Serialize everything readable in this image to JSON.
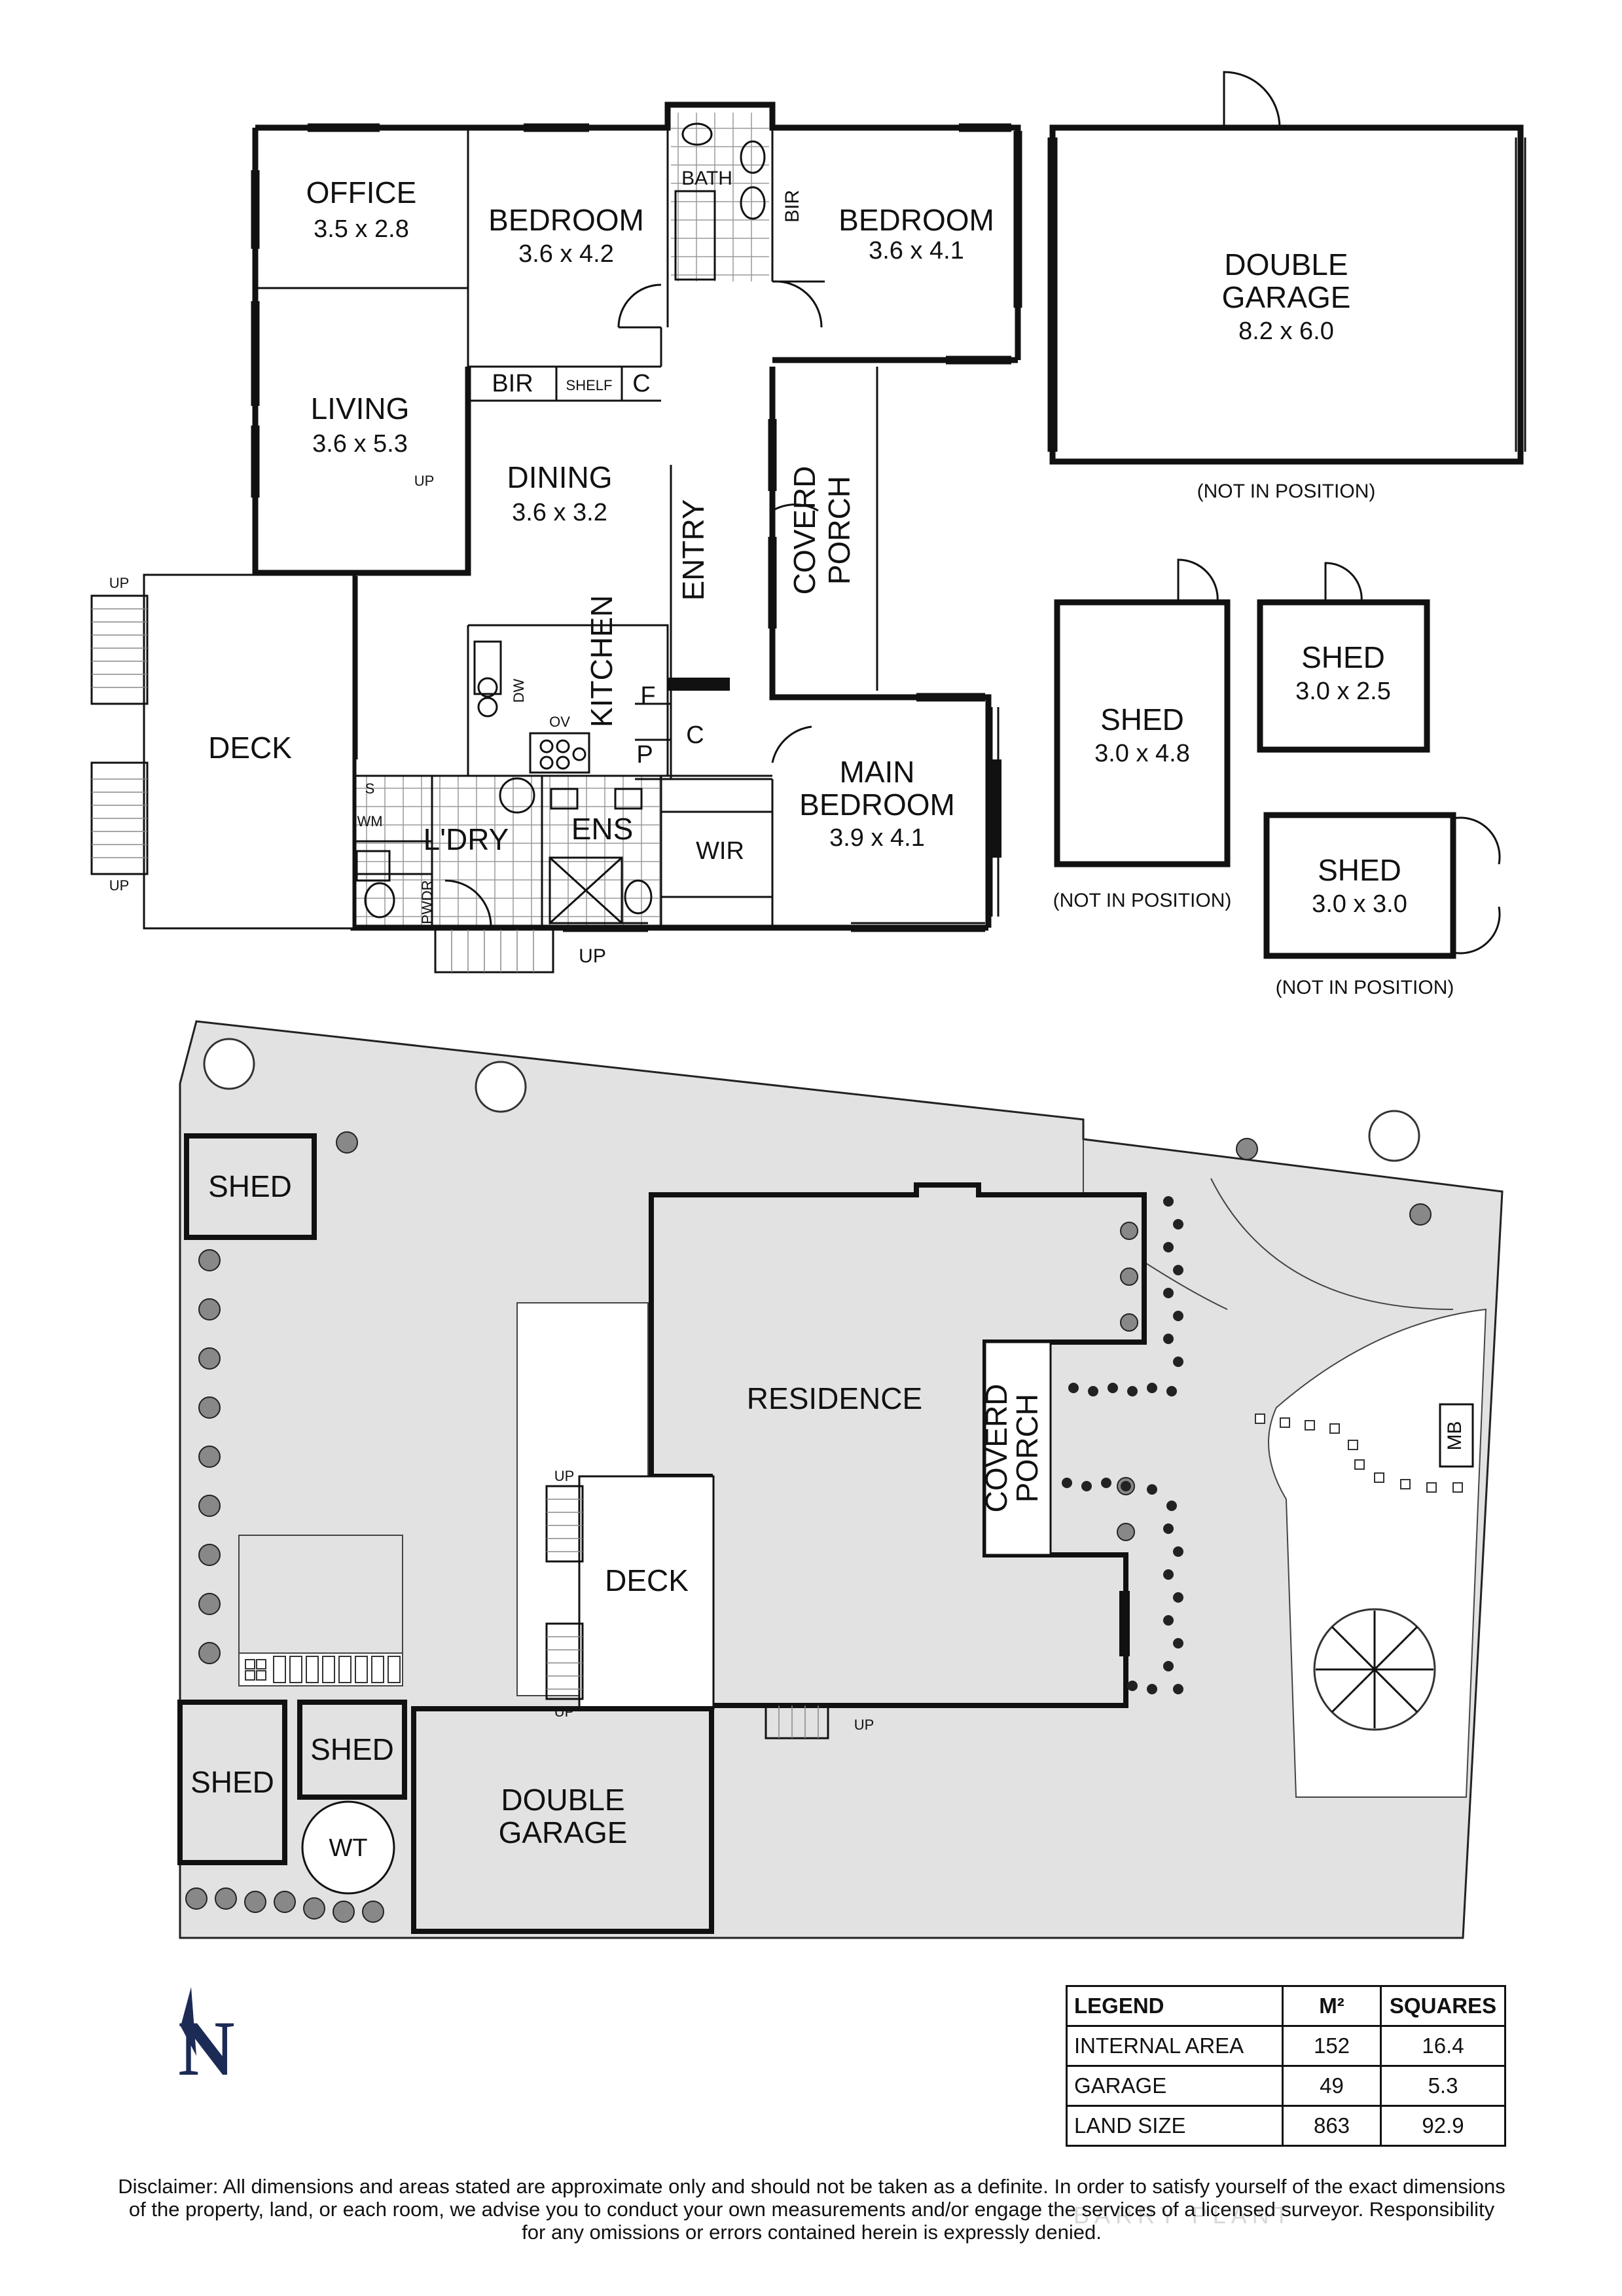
{
  "rooms": {
    "office": {
      "name": "OFFICE",
      "dim": "3.5 x 2.8"
    },
    "bedroom1": {
      "name": "BEDROOM",
      "dim": "3.6 x 4.2"
    },
    "bath": {
      "name": "BATH"
    },
    "bir_top": {
      "name": "BIR"
    },
    "bedroom2": {
      "name": "BEDROOM",
      "dim": "3.6 x 4.1"
    },
    "living": {
      "name": "LIVING",
      "dim": "3.6 x 5.3"
    },
    "bir_mid": {
      "name": "BIR"
    },
    "shelf": {
      "name": "SHELF"
    },
    "c_top": {
      "name": "C"
    },
    "dining": {
      "name": "DINING",
      "dim": "3.6 x 3.2"
    },
    "entry": {
      "name": "ENTRY"
    },
    "porch": {
      "name": "COVERD\nPORCH",
      "line1": "COVERD",
      "line2": "PORCH"
    },
    "kitchen": {
      "name": "KITCHEN"
    },
    "f": {
      "name": "F"
    },
    "p": {
      "name": "P"
    },
    "c_mid": {
      "name": "C"
    },
    "dw": {
      "name": "DW"
    },
    "ov": {
      "name": "OV"
    },
    "deck": {
      "name": "DECK"
    },
    "s": {
      "name": "S"
    },
    "wm": {
      "name": "WM"
    },
    "ldry": {
      "name": "L'DRY"
    },
    "ens": {
      "name": "ENS"
    },
    "wir": {
      "name": "WIR"
    },
    "pwdr": {
      "name": "PWDR"
    },
    "main_bedroom": {
      "line1": "MAIN",
      "line2": "BEDROOM",
      "dim": "3.9 x 4.1"
    },
    "garage": {
      "line1": "DOUBLE",
      "line2": "GARAGE",
      "dim": "8.2 x 6.0"
    },
    "shed1": {
      "name": "SHED",
      "dim": "3.0 x 4.8"
    },
    "shed2": {
      "name": "SHED",
      "dim": "3.0 x 2.5"
    },
    "shed3": {
      "name": "SHED",
      "dim": "3.0 x 3.0"
    }
  },
  "notes": {
    "up": "UP",
    "not_in_position": "(NOT IN POSITION)"
  },
  "site": {
    "shed_a": "SHED",
    "residence": "RESIDENCE",
    "porch_line1": "COVERD",
    "porch_line2": "PORCH",
    "deck": "DECK",
    "shed_b": "SHED",
    "shed_c": "SHED",
    "wt": "WT",
    "garage_line1": "DOUBLE",
    "garage_line2": "GARAGE",
    "mb": "MB"
  },
  "north": "N",
  "legend": {
    "headers": [
      "LEGEND",
      "M²",
      "SQUARES"
    ],
    "rows": [
      {
        "label": "INTERNAL AREA",
        "m2": "152",
        "squares": "16.4"
      },
      {
        "label": "GARAGE",
        "m2": "49",
        "squares": "5.3"
      },
      {
        "label": "LAND SIZE",
        "m2": "863",
        "squares": "92.9"
      }
    ]
  },
  "disclaimer": {
    "line1": "Disclaimer: All dimensions and areas stated are approximate only and should not be taken as a definite. In order to satisfy yourself of the exact dimensions",
    "line2": "of the property, land, or each room, we advise you to conduct your own measurements and/or engage the services of a licensed surveyor. Responsibility",
    "line3": "for any omissions or errors contained herein is expressly denied."
  },
  "watermark": "BARRY PLANT"
}
